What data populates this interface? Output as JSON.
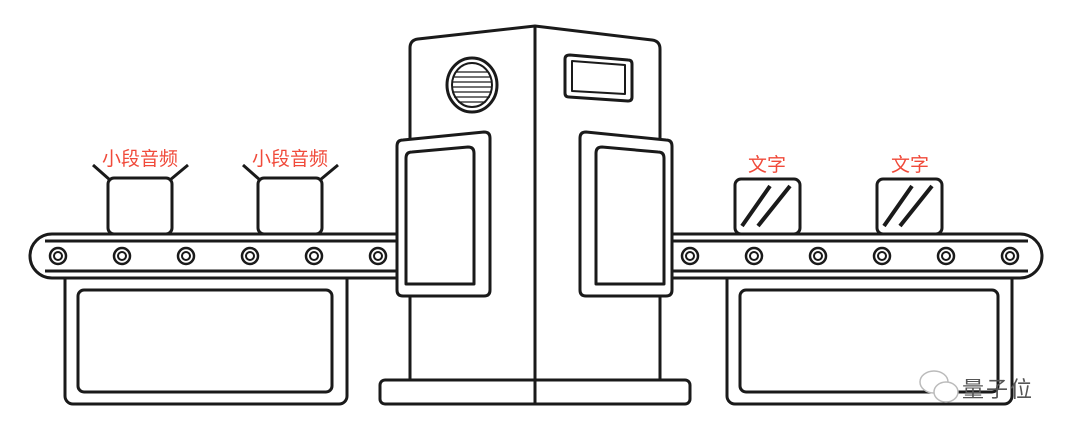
{
  "colors": {
    "label": "#f04a3a",
    "line": "#1a1a1a"
  },
  "inputs": [
    {
      "label": "小段音频"
    },
    {
      "label": "小段音频"
    }
  ],
  "outputs": [
    {
      "label": "文字"
    },
    {
      "label": "文字"
    }
  ],
  "watermark": {
    "text": "量子位",
    "icon": "wechat-icon"
  }
}
